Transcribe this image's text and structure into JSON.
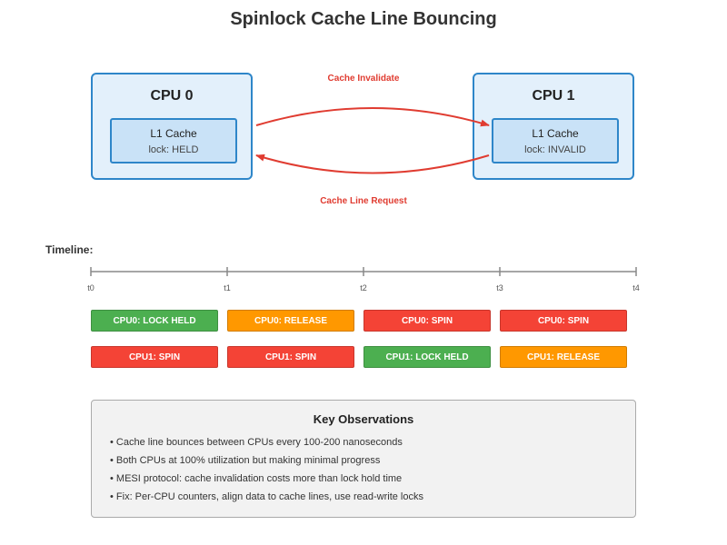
{
  "title": "Spinlock Cache Line Bouncing",
  "cpus": [
    {
      "name": "CPU 0",
      "cache_label": "L1 Cache",
      "lock_state": "lock: HELD"
    },
    {
      "name": "CPU 1",
      "cache_label": "L1 Cache",
      "lock_state": "lock: INVALID"
    }
  ],
  "arrows": {
    "top_label": "Cache Invalidate",
    "bottom_label": "Cache Line Request",
    "color": "#e03c31"
  },
  "timeline": {
    "label": "Timeline:",
    "ticks": [
      "t0",
      "t1",
      "t2",
      "t3",
      "t4"
    ],
    "rows": [
      [
        {
          "label": "CPU0: LOCK HELD",
          "color": "#4caf50"
        },
        {
          "label": "CPU0: RELEASE",
          "color": "#ff9800"
        },
        {
          "label": "CPU0: SPIN",
          "color": "#f44336"
        },
        {
          "label": "CPU0: SPIN",
          "color": "#f44336"
        }
      ],
      [
        {
          "label": "CPU1: SPIN",
          "color": "#f44336"
        },
        {
          "label": "CPU1: SPIN",
          "color": "#f44336"
        },
        {
          "label": "CPU1: LOCK HELD",
          "color": "#4caf50"
        },
        {
          "label": "CPU1: RELEASE",
          "color": "#ff9800"
        }
      ]
    ]
  },
  "observations": {
    "title": "Key Observations",
    "items": [
      "• Cache line bounces between CPUs every 100-200 nanoseconds",
      "• Both CPUs at 100% utilization but making minimal progress",
      "• MESI protocol: cache invalidation costs more than lock hold time",
      "• Fix: Per-CPU counters, align data to cache lines, use read-write locks"
    ]
  }
}
